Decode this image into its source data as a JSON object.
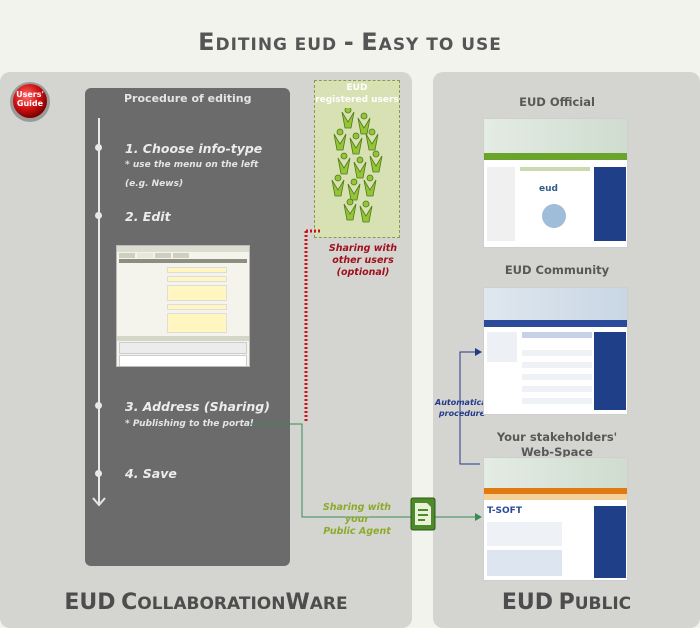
{
  "title": {
    "part1_initial": "E",
    "part1_rest": "DITING",
    "part2": "EUD",
    "dash": "-",
    "part3_initial": "E",
    "part3_rest": "ASY TO USE"
  },
  "badge": {
    "line1": "Users'",
    "line2": "Guide"
  },
  "procedure": {
    "title": "Procedure of editing",
    "step1": "1. Choose info-type",
    "step1_note1": "* use the menu on the left",
    "step1_note2": "(e.g. News)",
    "step2": "2. Edit",
    "step3": "3. Address (Sharing)",
    "step3_note": "* Publishing to the portal",
    "step4": "4. Save"
  },
  "users": {
    "line1": "EUD",
    "line2": "registered users"
  },
  "sharing_users": {
    "line1": "Sharing with",
    "line2": "other users",
    "line3": "(optional)"
  },
  "sharing_agent": {
    "line1": "Sharing with your",
    "line2": "Public Agent"
  },
  "automatical": {
    "line1": "Automatical",
    "line2": "procedure"
  },
  "right": {
    "official": "EUD Official",
    "community": "EUD Community",
    "stakeholders_line1": "Your stakeholders'",
    "stakeholders_line2": "Web-Space"
  },
  "footer_left": {
    "w1_initial": "EUD",
    "w2_initial": "C",
    "w2_rest": "OLLABORATION",
    "w3_initial": "W",
    "w3_rest": "ARE"
  },
  "footer_right": {
    "w1": "EUD",
    "w2_initial": "P",
    "w2_rest": "UBLIC"
  },
  "colors": {
    "panel": "#d4d4d0",
    "procedure_box": "#6b6b6b",
    "sharing_red": "#a0111b",
    "sharing_green": "#8cab2a",
    "connector_blue": "#233a8a",
    "site_green": "#6aa42a"
  }
}
